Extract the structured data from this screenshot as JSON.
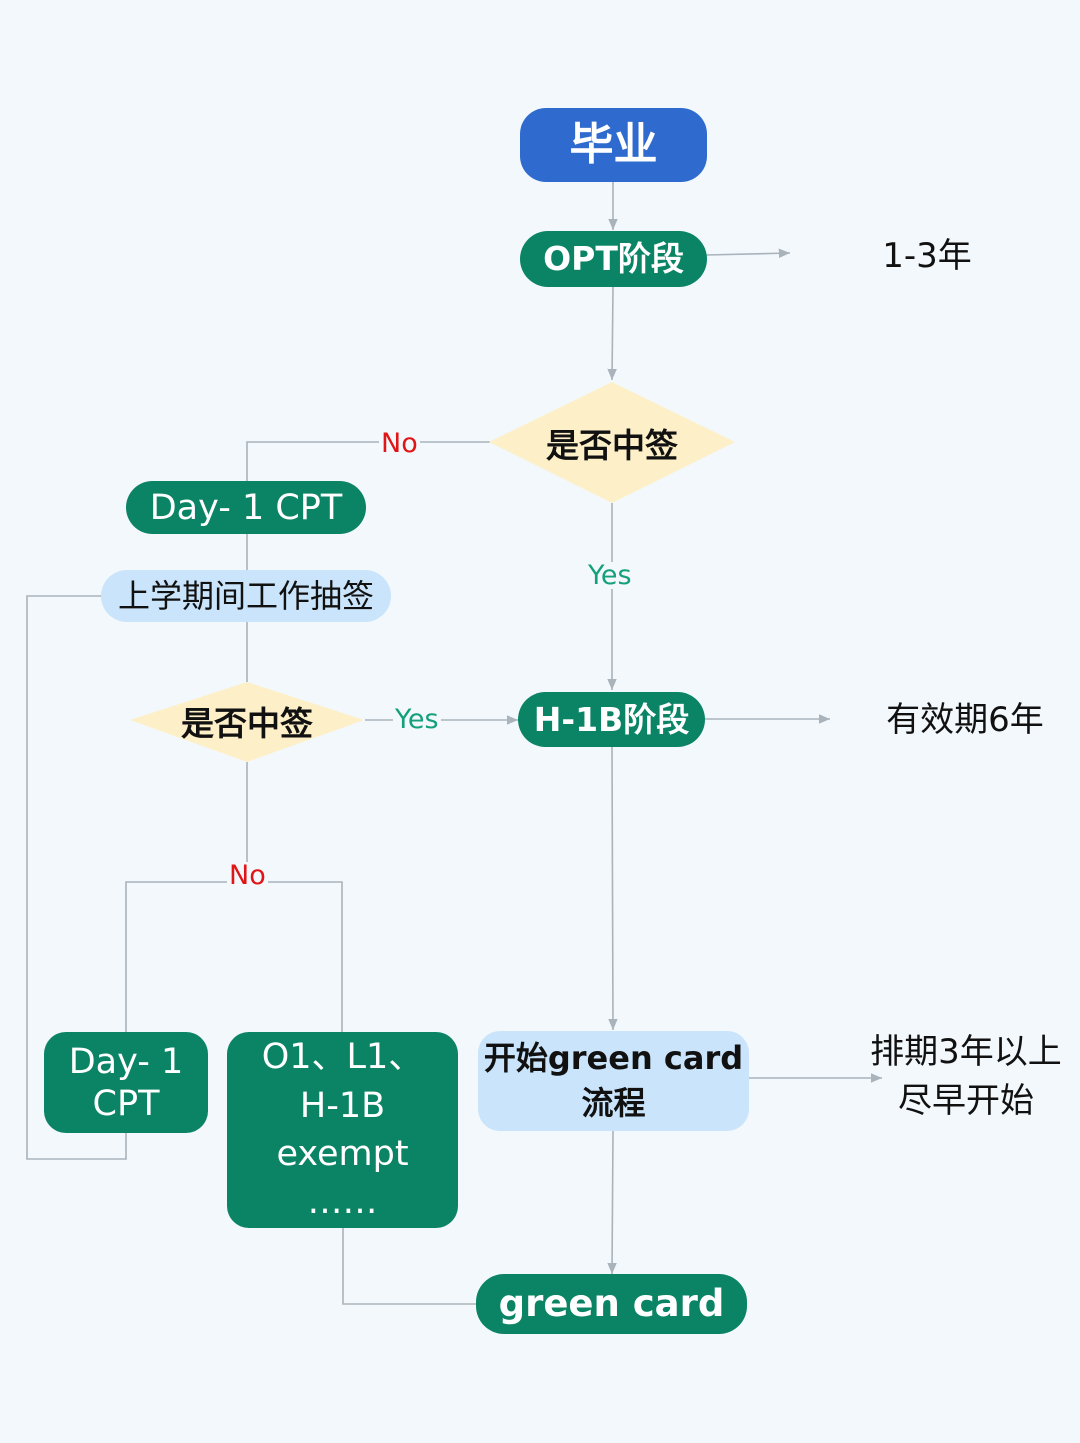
{
  "nodes": {
    "graduation": "毕业",
    "opt_stage": "OPT阶段",
    "lottery_1": "是否中签",
    "day1_cpt_top": "Day- 1 CPT",
    "study_work_lottery": "上学期间工作抽签",
    "lottery_2": "是否中签",
    "h1b_stage": "H-1B阶段",
    "day1_cpt_bottom_line1": "Day- 1",
    "day1_cpt_bottom_line2": "CPT",
    "alt_visa_line1": "O1、L1、",
    "alt_visa_line2": "H-1B",
    "alt_visa_line3": "exempt",
    "alt_visa_line4": "……",
    "green_card_process_line1": "开始green card",
    "green_card_process_line2": "流程",
    "green_card": "green card"
  },
  "edge_labels": {
    "lottery_1_no": "No",
    "lottery_1_yes": "Yes",
    "lottery_2_yes": "Yes",
    "lottery_2_no": "No"
  },
  "notes": {
    "opt_duration": "1-3年",
    "h1b_validity": "有效期6年",
    "green_card_wait_line1": "排期3年以上",
    "green_card_wait_line2": "尽早开始"
  },
  "colors": {
    "background": "#f3f8fc",
    "primary_blue": "#2f6bcf",
    "green": "#0b8466",
    "light_blue": "#c9e4fb",
    "diamond_fill": "#fdf0c8",
    "no_label": "#e01515",
    "yes_label": "#13a07a",
    "connector": "#a9b3bb"
  }
}
